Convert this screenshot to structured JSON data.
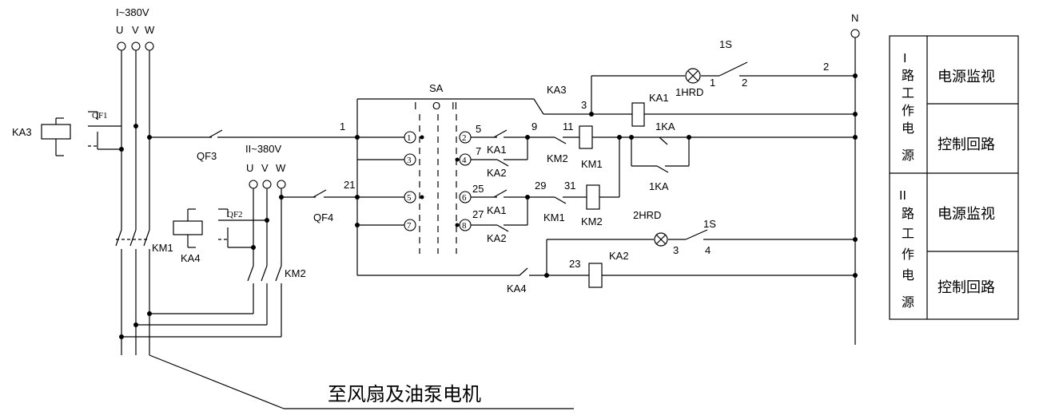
{
  "supply": {
    "source1": {
      "label": "I~380V",
      "u": "U",
      "v": "V",
      "w": "W"
    },
    "source2": {
      "label": "II~380V",
      "u": "U",
      "v": "V",
      "w": "W"
    },
    "neutral": "N"
  },
  "breakers": {
    "qf1": "QF1",
    "qf2": "QF2",
    "qf3": "QF3",
    "qf4": "QF4"
  },
  "relays": {
    "ka1": "KA1",
    "ka2": "KA2",
    "ka3": "KA3",
    "ka4": "KA4",
    "km1": "KM1",
    "km2": "KM2",
    "onekа": "1KA",
    "lamp1": "1HRD",
    "lamp2": "2HRD",
    "switch": "1S"
  },
  "selector": {
    "name": "SA",
    "pos_left": "I",
    "pos_mid": "O",
    "pos_right": "II",
    "terminals": [
      "1",
      "2",
      "3",
      "4",
      "5",
      "6",
      "7",
      "8"
    ]
  },
  "nodes": {
    "n1": "1",
    "n2": "2",
    "n3": "3",
    "n4": "4",
    "n5": "5",
    "n7": "7",
    "n9": "9",
    "n11": "11",
    "n21": "21",
    "n23": "23",
    "n25": "25",
    "n27": "27",
    "n29": "29",
    "n31": "31",
    "s1a": "1",
    "s1b": "2",
    "s2a": "3",
    "s2b": "4"
  },
  "bottom_caption": "至风扇及油泵电机",
  "legend_table": {
    "group1": {
      "header": [
        "I",
        "路",
        "工",
        "作",
        "电",
        "源"
      ],
      "rows": [
        "电源监视",
        "控制回路"
      ]
    },
    "group2": {
      "header": [
        "II",
        "路",
        "工",
        "作",
        "电",
        "源"
      ],
      "rows": [
        "电源监视",
        "控制回路"
      ]
    }
  }
}
